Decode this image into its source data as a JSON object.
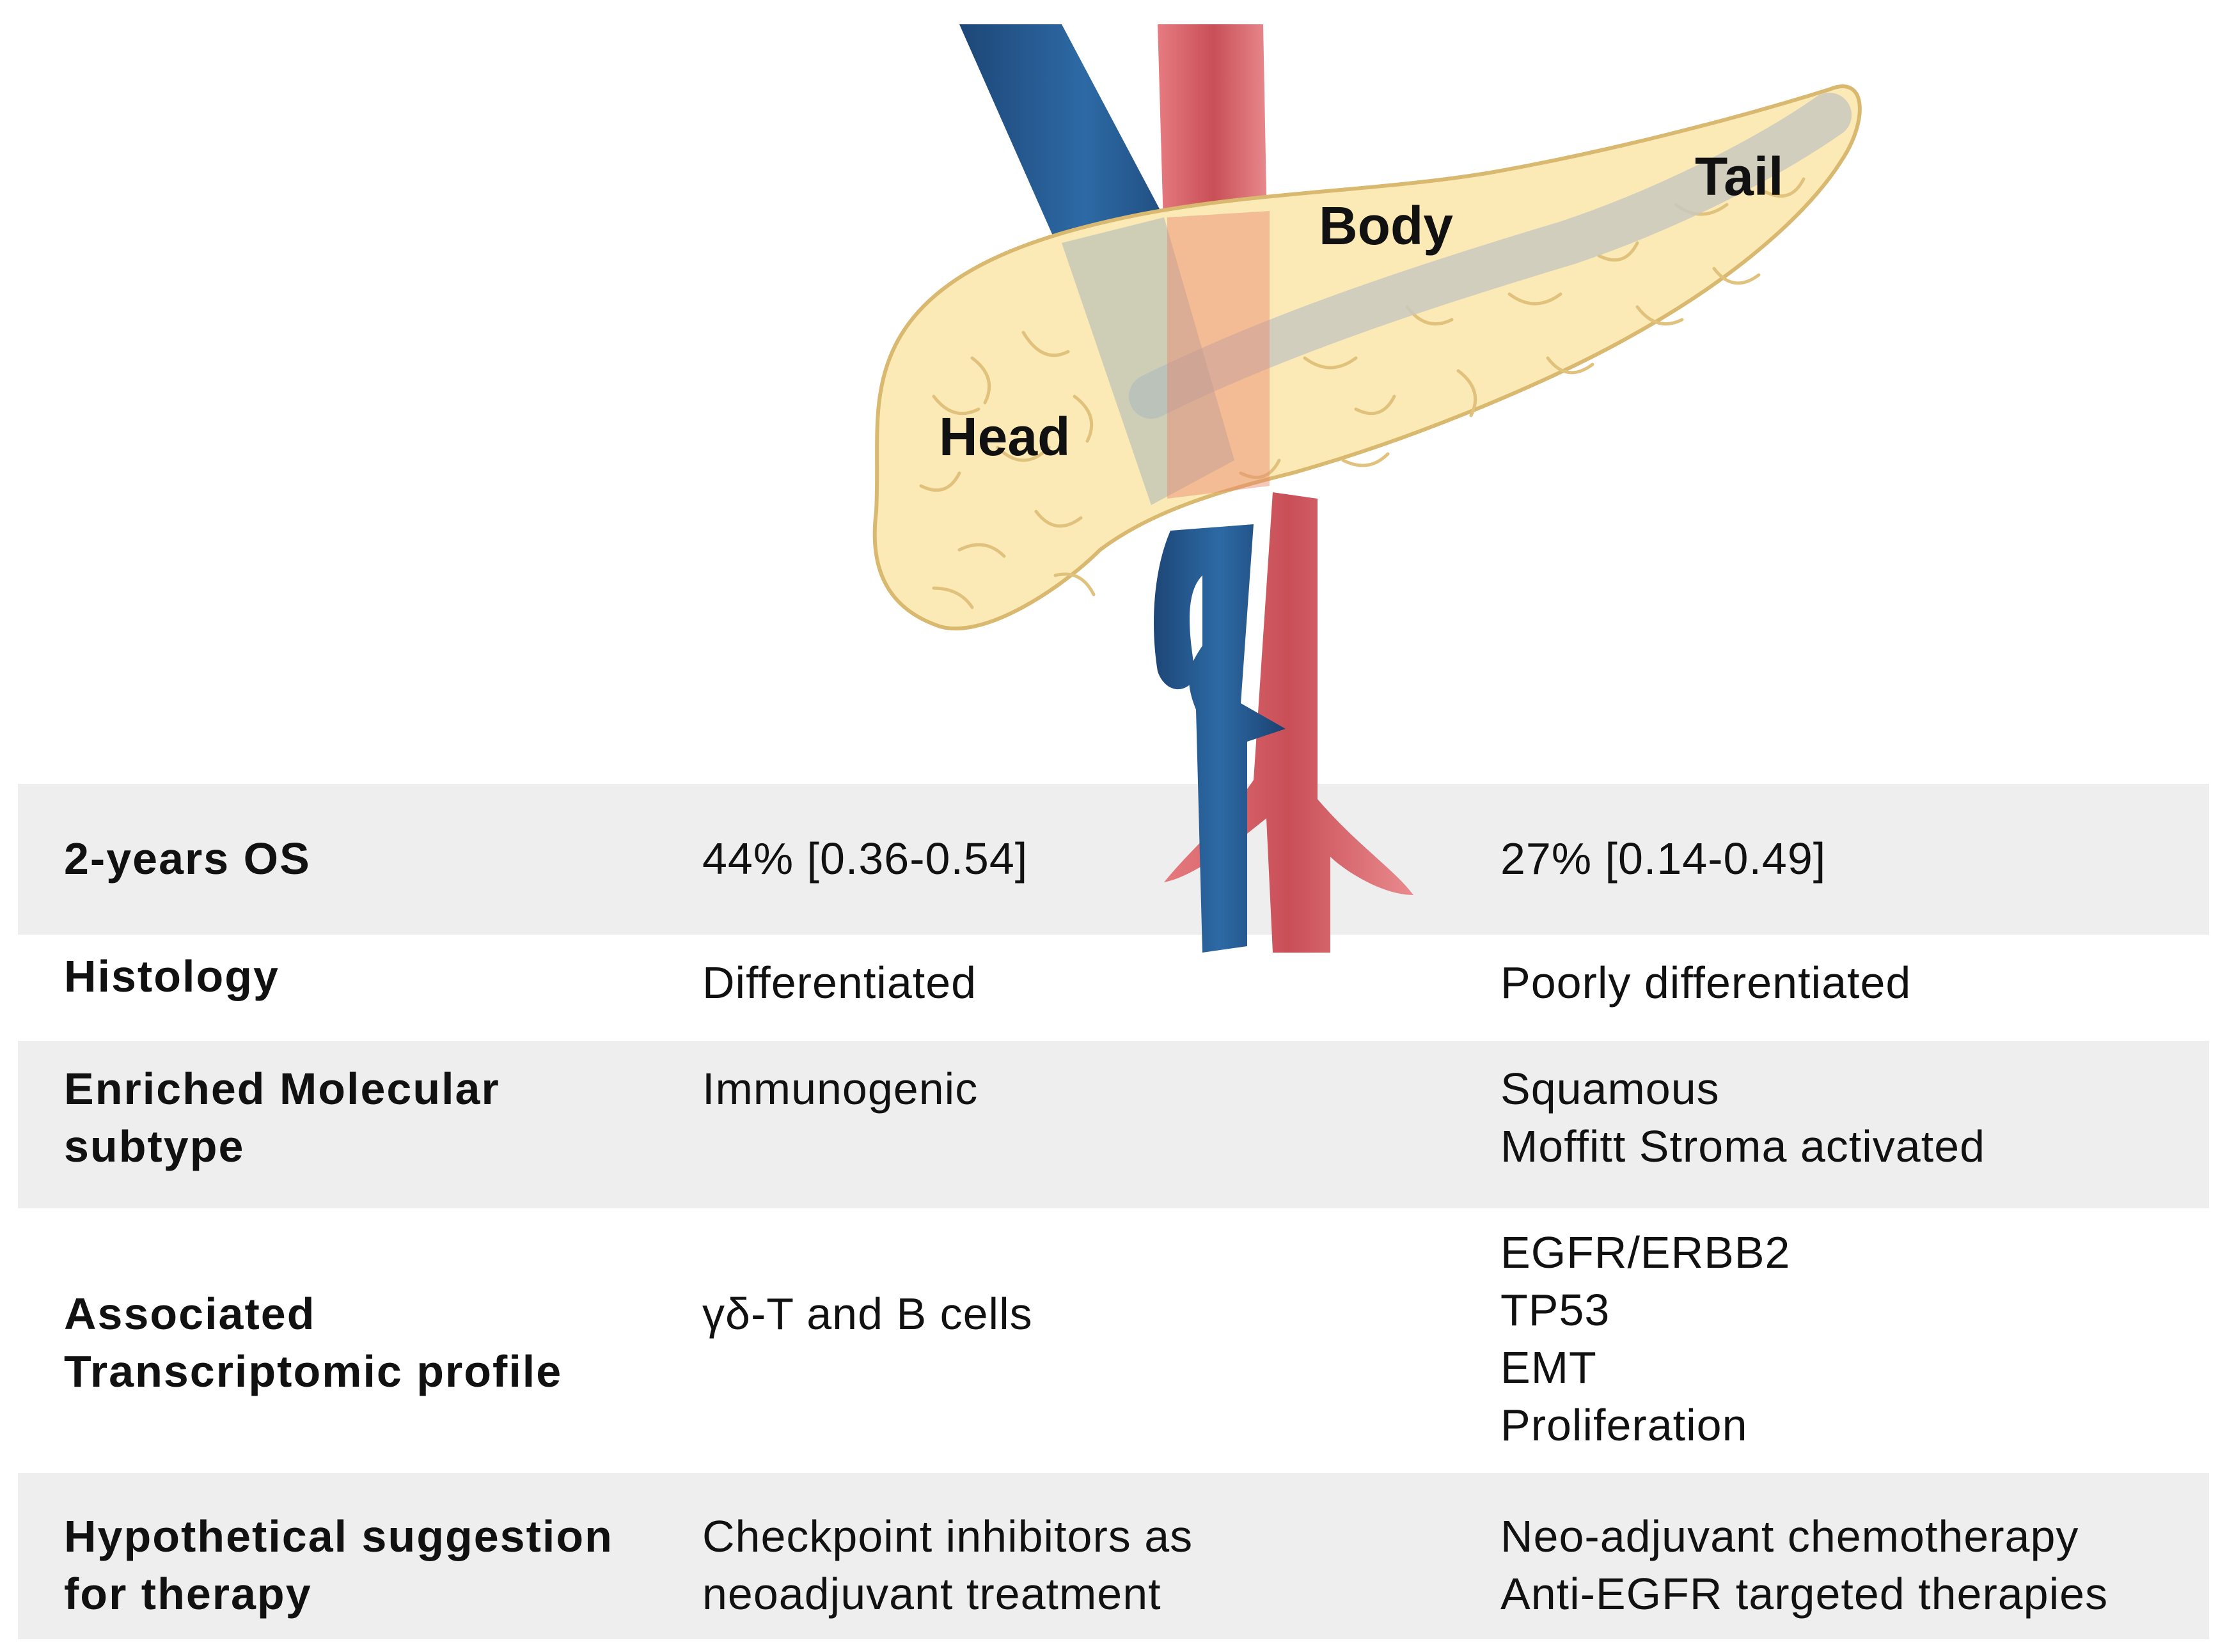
{
  "diagram": {
    "regions": [
      "Head",
      "Body",
      "Tail"
    ]
  },
  "table": {
    "rows": [
      {
        "label": [
          "2-years OS"
        ],
        "head": [
          "44% [0.36-0.54]"
        ],
        "body_tail": [
          "27% [0.14-0.49]"
        ]
      },
      {
        "label": [
          "Histology"
        ],
        "head": [
          "Differentiated"
        ],
        "body_tail": [
          "Poorly differentiated"
        ]
      },
      {
        "label": [
          "Enriched Molecular",
          "subtype"
        ],
        "head": [
          "Immunogenic"
        ],
        "body_tail": [
          "Squamous",
          "Moffitt Stroma activated"
        ]
      },
      {
        "label": [
          "Associated",
          "Transcriptomic profile"
        ],
        "head": [
          "γδ-T and B cells"
        ],
        "body_tail": [
          "EGFR/ERBB2",
          "TP53",
          "EMT",
          "Proliferation"
        ]
      },
      {
        "label": [
          "Hypothetical suggestion",
          "for therapy"
        ],
        "head": [
          "Checkpoint inhibitors as",
          "neoadjuvant treatment"
        ],
        "body_tail": [
          "Neo-adjuvant chemotherapy",
          "Anti-EGFR targeted therapies"
        ]
      }
    ]
  },
  "colors": {
    "row_shade": "#eeeeee",
    "pancreas_fill": "#fbe9b6",
    "pancreas_outline": "#d9b870",
    "vein": "#1f4f82",
    "artery": "#d9656b",
    "duct": "#c9c9c0"
  }
}
